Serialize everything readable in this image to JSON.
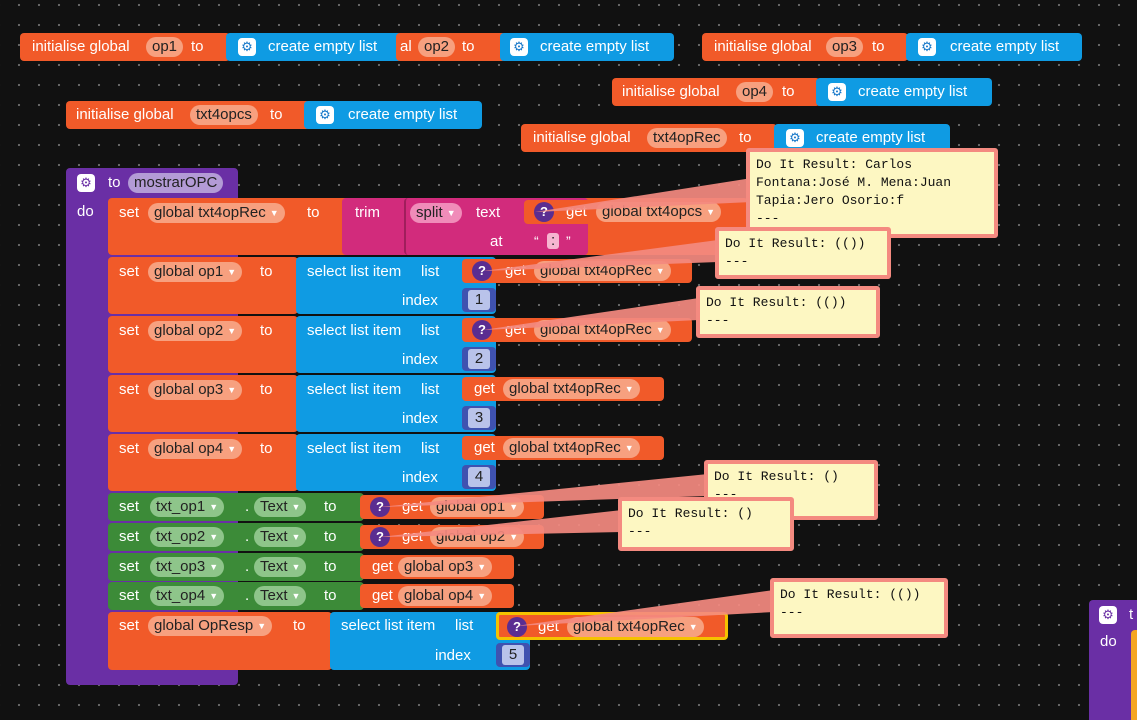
{
  "globals": {
    "init_prefix": "initialise global",
    "init_prefix_cut": "al",
    "to": "to",
    "create_empty_list": "create empty list",
    "vars": [
      "op1",
      "op2",
      "op3",
      "op4",
      "txt4opcs",
      "txt4opRec"
    ]
  },
  "procedure": {
    "to": "to",
    "name": "mostrarOPC",
    "do": "do"
  },
  "words": {
    "set": "set",
    "to": "to",
    "get": "get",
    "trim": "trim",
    "split": "split",
    "text": "text",
    "at": "at",
    "select_list_item": "select list item",
    "list": "list",
    "index": "index",
    "dot": ".",
    "open_quote": "“",
    "close_quote": "”",
    "colon": ":",
    "property": "Text"
  },
  "statements": {
    "s1": {
      "target": "global txt4opRec",
      "source": "global txt4opcs"
    },
    "s2": {
      "target": "global op1",
      "source": "global txt4opRec",
      "index": "1"
    },
    "s3": {
      "target": "global op2",
      "source": "global txt4opRec",
      "index": "2"
    },
    "s4": {
      "target": "global op3",
      "source": "global txt4opRec",
      "index": "3"
    },
    "s5": {
      "target": "global op4",
      "source": "global txt4opRec",
      "index": "4"
    },
    "s6": {
      "component": "txt_op1",
      "source": "global op1"
    },
    "s7": {
      "component": "txt_op2",
      "source": "global op2"
    },
    "s8": {
      "component": "txt_op3",
      "source": "global op3"
    },
    "s9": {
      "component": "txt_op4",
      "source": "global op4"
    },
    "s10": {
      "target": "global OpResp",
      "source": "global txt4opRec",
      "index": "5"
    }
  },
  "results": {
    "r1": "Do It Result: Carlos\nFontana:José M. Mena:Juan\nTapia:Jero Osorio:f\n---",
    "r2": "Do It Result: (())\n---",
    "r3": "Do It Result: (())\n---",
    "r4": "Do It Result: ()\n---",
    "r5": "Do It Result: ()\n---",
    "r6": "Do It Result: (())\n---"
  },
  "partial_block": {
    "to": "t",
    "do": "do"
  },
  "colors": {
    "workspace": "#111111",
    "variables": "#f15a29",
    "lists": "#0f9be3",
    "text": "#d22b7c",
    "components": "#3c8b38",
    "procedures": "#6a2fa5",
    "math": "#3f52b0",
    "comment_bg": "#fdf7c2",
    "comment_border": "#f48a80",
    "selected_outline": "#f5c200"
  },
  "icons": [
    "gear-icon",
    "question-icon",
    "dropdown-arrow-icon"
  ]
}
